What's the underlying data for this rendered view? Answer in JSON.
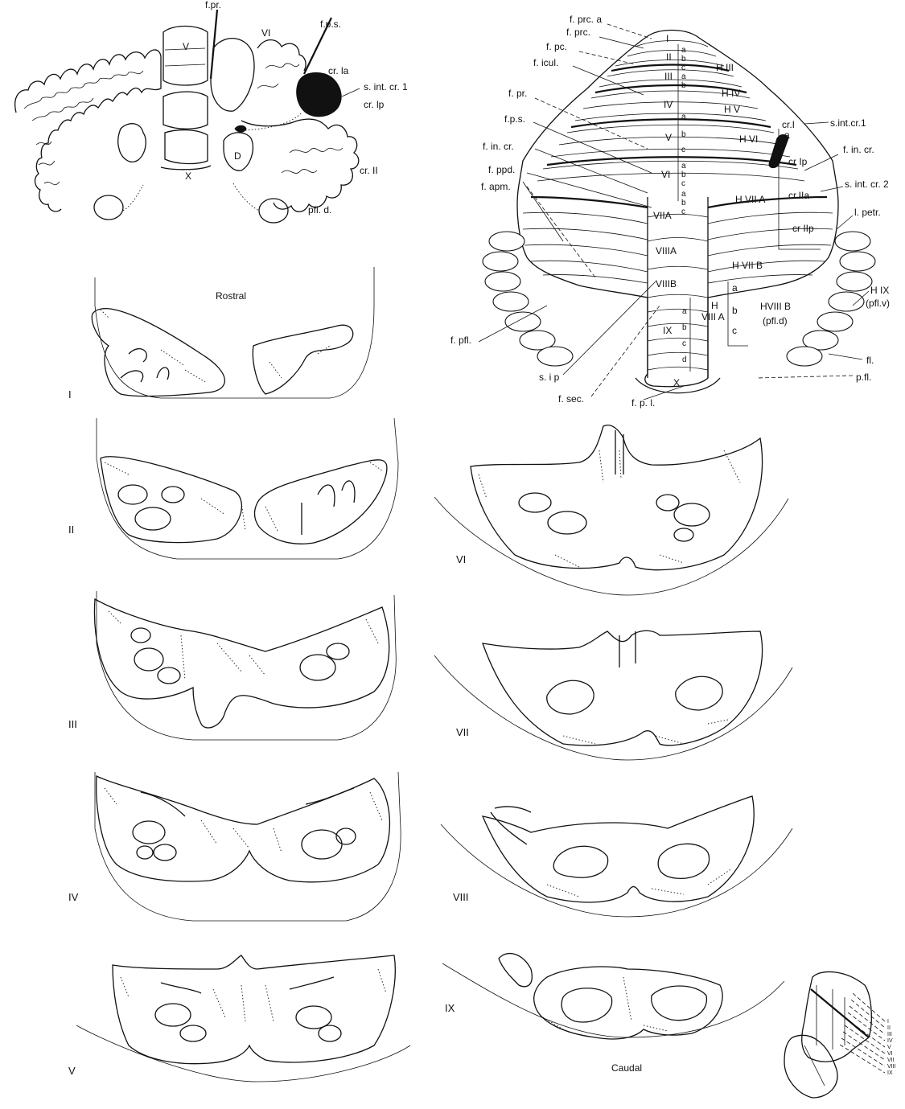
{
  "top_left": {
    "labels": [
      "f.pr.",
      "VI",
      "f.p.s.",
      "V",
      "cr. la",
      "s. int. cr. 1",
      "cr. lp",
      "D",
      "X",
      "cr. II",
      "pfl. d."
    ]
  },
  "top_right": {
    "left_labels": [
      "f. prc. a",
      "f. prc.",
      "f. pc.",
      "f. icul.",
      "f. pr.",
      "f.p.s.",
      "f. in. cr.",
      "f. ppd.",
      "f. apm.",
      "f. pfl.",
      "s. i p",
      "f. sec.",
      "f. p. l."
    ],
    "vermis_labels": [
      "I",
      "II",
      "III",
      "IV",
      "V",
      "VI",
      "VIIA",
      "VIIIA",
      "VIIIB",
      "IX",
      "X"
    ],
    "sublobule_letters": [
      "a",
      "b",
      "c",
      "a",
      "b",
      "a",
      "b",
      "c",
      "a",
      "b",
      "c",
      "a",
      "b",
      "c",
      "a",
      "b",
      "c",
      "d"
    ],
    "hemisphere_labels": [
      "H III",
      "H IV",
      "H V",
      "H VI",
      "H VII A",
      "cr.IIa",
      "cr IIp",
      "H VII B",
      "H",
      "VIII A",
      "HVIII B",
      "(pfl.d)",
      "cr.I",
      "cr Ip"
    ],
    "hemisphere_letters": [
      "a",
      "a",
      "b",
      "c"
    ],
    "right_labels": [
      "s.int.cr.1",
      "f. in. cr.",
      "s. int. cr. 2",
      "l. petr.",
      "H IX",
      "(pfl.v)",
      "fl.",
      "p.fl."
    ]
  },
  "sections": {
    "rostral_label": "Rostral",
    "caudal_label": "Caudal",
    "left_column": [
      "I",
      "II",
      "III",
      "IV",
      "V"
    ],
    "right_column": [
      "VI",
      "VII",
      "VIII",
      "IX"
    ]
  },
  "inset": {
    "levels": [
      "I",
      "II",
      "III",
      "IV",
      "V",
      "VI",
      "VII",
      "VIII",
      "IX"
    ]
  }
}
